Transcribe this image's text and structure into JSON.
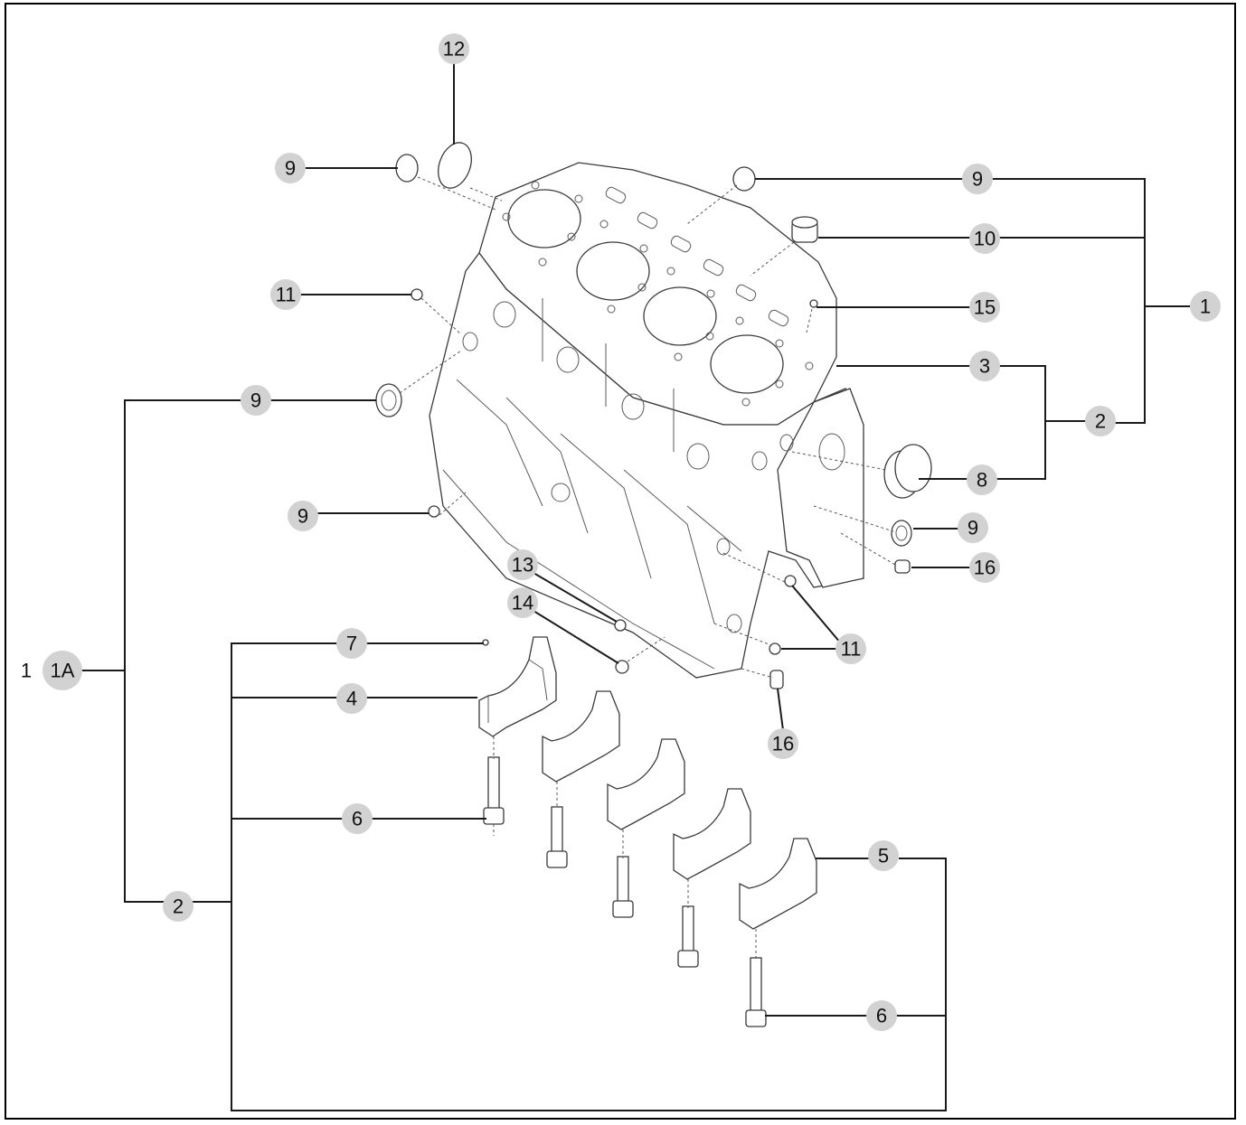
{
  "callouts": [
    {
      "id": "c-12-top",
      "label": "12"
    },
    {
      "id": "c-9-topleft",
      "label": "9"
    },
    {
      "id": "c-9-topright",
      "label": "9"
    },
    {
      "id": "c-10",
      "label": "10"
    },
    {
      "id": "c-1-right",
      "label": "1"
    },
    {
      "id": "c-11-left",
      "label": "11"
    },
    {
      "id": "c-15",
      "label": "15"
    },
    {
      "id": "c-3",
      "label": "3"
    },
    {
      "id": "c-9-midleft",
      "label": "9"
    },
    {
      "id": "c-2-right",
      "label": "2"
    },
    {
      "id": "c-8",
      "label": "8"
    },
    {
      "id": "c-9-lowleft",
      "label": "9"
    },
    {
      "id": "c-9-rightmid",
      "label": "9"
    },
    {
      "id": "c-16-right",
      "label": "16"
    },
    {
      "id": "c-13",
      "label": "13"
    },
    {
      "id": "c-14",
      "label": "14"
    },
    {
      "id": "c-7",
      "label": "7"
    },
    {
      "id": "c-11-lower",
      "label": "11"
    },
    {
      "id": "c-1A",
      "label": "1A"
    },
    {
      "id": "c-4",
      "label": "4"
    },
    {
      "id": "c-16-lower",
      "label": "16"
    },
    {
      "id": "c-6-left",
      "label": "6"
    },
    {
      "id": "c-5",
      "label": "5"
    },
    {
      "id": "c-2-left",
      "label": "2"
    },
    {
      "id": "c-6-right",
      "label": "6"
    }
  ],
  "plain_labels": {
    "assembly_prefix": "1"
  }
}
